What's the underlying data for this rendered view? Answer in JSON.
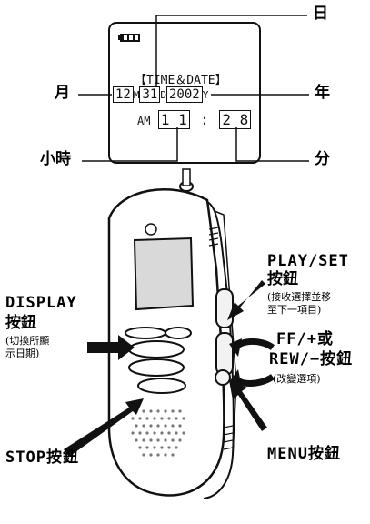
{
  "display": {
    "header": "【TIME＆DATE】",
    "month_value": "12",
    "month_unit": "M",
    "day_value": "31",
    "day_unit": "D",
    "year_value": "2002",
    "year_unit": "Y",
    "ampm": "AM",
    "hour_value": "1 1",
    "colon": ":",
    "minute_value": "2 8"
  },
  "callouts": {
    "day": "日",
    "month": "月",
    "year": "年",
    "hour": "小時",
    "minute": "分"
  },
  "buttons": {
    "play_set_title": "PLAY/SET",
    "play_set_sub": "按鈕",
    "play_set_desc_1": "(接收選擇並移",
    "play_set_desc_2": "至下一項目)",
    "display_title": "DISPLAY",
    "display_sub": "按鈕",
    "display_desc_1": "(切換所顯",
    "display_desc_2": "示日期)",
    "ff_title": "FF/+或",
    "rew_title": "REW/−按鈕",
    "ff_rew_desc": "(改變選項)",
    "stop_label": "STOP按鈕",
    "menu_label": "MENU按鈕"
  }
}
